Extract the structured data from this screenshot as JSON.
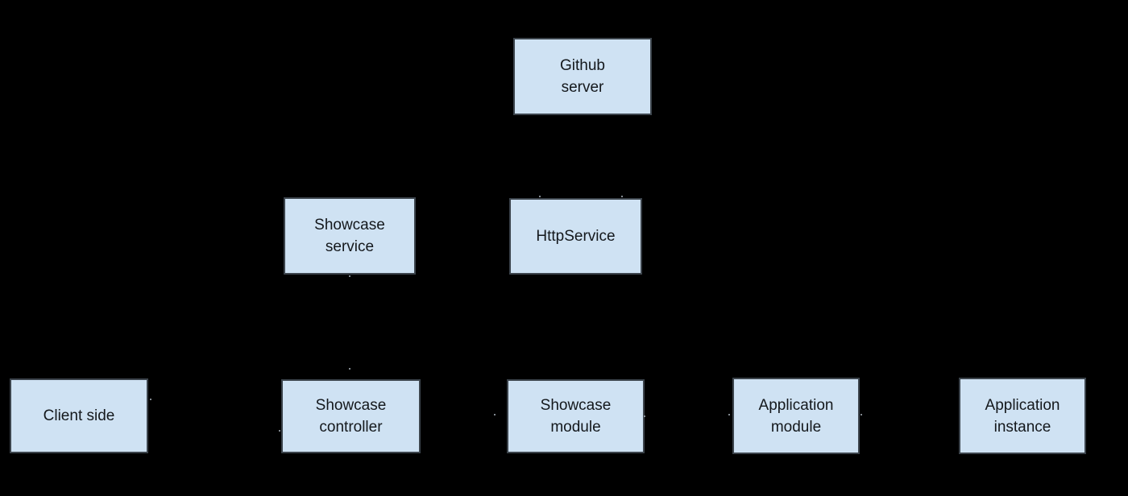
{
  "canvas": {
    "background": "#000000"
  },
  "node_style": {
    "fill": "#cfe2f3",
    "edge": "#3c444c",
    "text": "#14181c"
  },
  "nodes": [
    {
      "id": "github-server",
      "label": "Github\nserver"
    },
    {
      "id": "showcase-service",
      "label": "Showcase\nservice"
    },
    {
      "id": "http-service",
      "label": "HttpService"
    },
    {
      "id": "client-side",
      "label": "Client side"
    },
    {
      "id": "showcase-controller",
      "label": "Showcase\ncontroller"
    },
    {
      "id": "showcase-module",
      "label": "Showcase\nmodule"
    },
    {
      "id": "application-module",
      "label": "Application\nmodule"
    },
    {
      "id": "application-instance",
      "label": "Application\ninstance"
    }
  ]
}
